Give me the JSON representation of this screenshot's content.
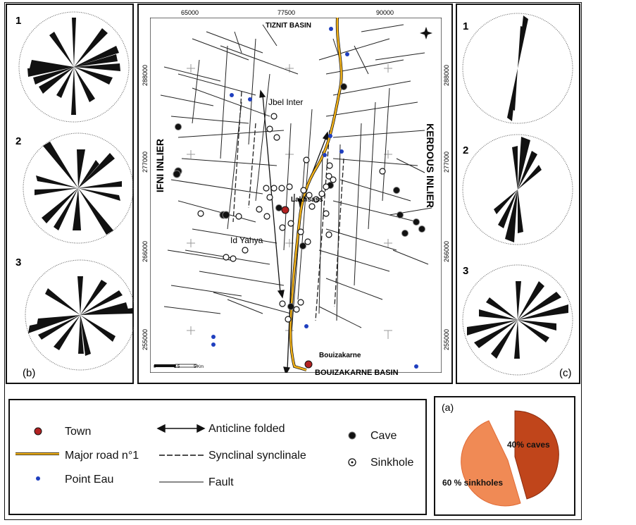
{
  "left_panel": {
    "numbers": [
      "1",
      "2",
      "3"
    ],
    "label": "(b)"
  },
  "right_panel": {
    "numbers": [
      "1",
      "2",
      "3"
    ],
    "label": "(c)"
  },
  "map": {
    "x_ticks": [
      "65000",
      "77500",
      "90000"
    ],
    "y_ticks_left": [
      "288000",
      "277000",
      "266000",
      "255000"
    ],
    "y_ticks_right": [
      "288000",
      "277000",
      "266000",
      "255000"
    ],
    "place_labels": {
      "tiznit": "TIZNIT BASIN",
      "ifni": "IFNI INLIER",
      "kerdous": "KERDOUS INLIER",
      "jbel": "Jbel Inter",
      "lakhsass": "Lakhsass",
      "idyahya": "Id Yahya",
      "bouizakarne_town": "Bouizakarne",
      "bouizakarne_basin": "BOUIZAKARNE BASIN"
    },
    "scale_labels": [
      "0",
      "2.5",
      "5 Km"
    ]
  },
  "legend": {
    "town": "Town",
    "road": "Major road n°1",
    "point_eau": "Point Eau",
    "anticline": "Anticline folded",
    "syncline": "Synclinal synclinale",
    "fault": "Fault",
    "cave": "Cave",
    "sinkhole": "Sinkhole"
  },
  "pie": {
    "label": "(a)",
    "slices": [
      {
        "name": "40% caves",
        "value": 40,
        "color": "#c0451b"
      },
      {
        "name": "60 % sinkholes",
        "value": 60,
        "color": "#f08a55"
      }
    ]
  },
  "colors": {
    "road": "#f2b21a",
    "town": "#b22222",
    "water": "#1f3fbf"
  }
}
